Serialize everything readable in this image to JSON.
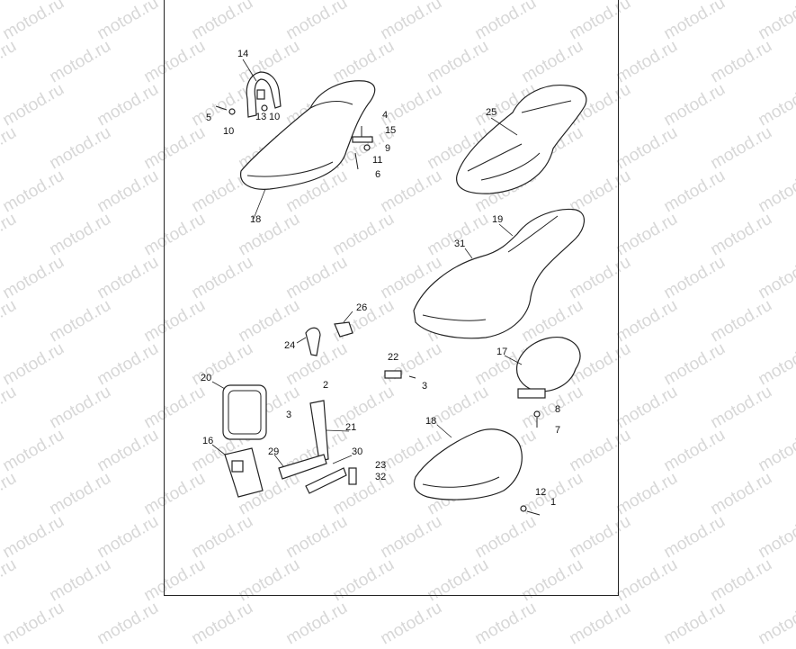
{
  "watermark": "motod.ru",
  "callouts": [
    {
      "id": "c14",
      "text": "14"
    },
    {
      "id": "c5",
      "text": "5"
    },
    {
      "id": "c13",
      "text": "13"
    },
    {
      "id": "c10a",
      "text": "10"
    },
    {
      "id": "c10b",
      "text": "10"
    },
    {
      "id": "c4",
      "text": "4"
    },
    {
      "id": "c15",
      "text": "15"
    },
    {
      "id": "c9",
      "text": "9"
    },
    {
      "id": "c11",
      "text": "11"
    },
    {
      "id": "c6",
      "text": "6"
    },
    {
      "id": "c18a",
      "text": "18"
    },
    {
      "id": "c25",
      "text": "25"
    },
    {
      "id": "c19",
      "text": "19"
    },
    {
      "id": "c31",
      "text": "31"
    },
    {
      "id": "c26",
      "text": "26"
    },
    {
      "id": "c24",
      "text": "24"
    },
    {
      "id": "c22",
      "text": "22"
    },
    {
      "id": "c3a",
      "text": "3"
    },
    {
      "id": "c17",
      "text": "17"
    },
    {
      "id": "c20",
      "text": "20"
    },
    {
      "id": "c2",
      "text": "2"
    },
    {
      "id": "c3b",
      "text": "3"
    },
    {
      "id": "c21",
      "text": "21"
    },
    {
      "id": "c16",
      "text": "16"
    },
    {
      "id": "c29",
      "text": "29"
    },
    {
      "id": "c30",
      "text": "30"
    },
    {
      "id": "c23",
      "text": "23"
    },
    {
      "id": "c32",
      "text": "32"
    },
    {
      "id": "c18b",
      "text": "18"
    },
    {
      "id": "c8",
      "text": "8"
    },
    {
      "id": "c7",
      "text": "7"
    },
    {
      "id": "c12",
      "text": "12"
    },
    {
      "id": "c1",
      "text": "1"
    }
  ]
}
